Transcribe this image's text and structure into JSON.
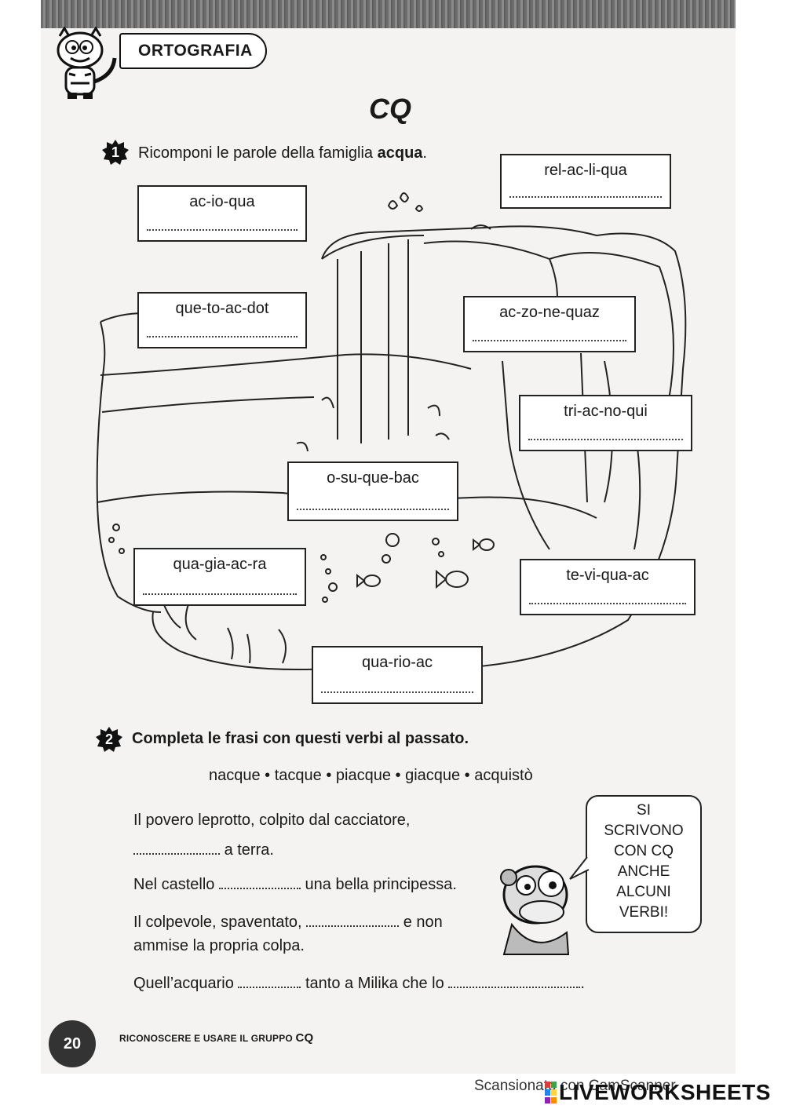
{
  "header": {
    "section_label": "ORTOGRAFIA"
  },
  "title": "CQ",
  "exercise1": {
    "number": "1",
    "instruction_prefix": "Ricomponi le parole della famiglia ",
    "instruction_bold": "acqua",
    "instruction_suffix": ".",
    "words": [
      "rel-ac-li-qua",
      "ac-io-qua",
      "que-to-ac-dot",
      "ac-zo-ne-quaz",
      "tri-ac-no-qui",
      "o-su-que-bac",
      "qua-gia-ac-ra",
      "te-vi-qua-ac",
      "qua-rio-ac"
    ]
  },
  "exercise2": {
    "number": "2",
    "instruction": "Completa le frasi con questi verbi al passato.",
    "verbs": "nacque • tacque • piacque • giacque • acquistò",
    "s1_line1": "Il povero leprotto, colpito dal cacciatore,",
    "s1_line2": "a terra.",
    "s2_a": "Nel castello",
    "s2_b": "una bella principessa.",
    "s3_a": "Il colpevole, spaventato,",
    "s3_b": "e non",
    "s3_line2": "ammise la propria colpa.",
    "s4_a": "Quell’acquario",
    "s4_b": "tanto a Milika che lo"
  },
  "bubble": [
    "SI",
    "SCRIVONO",
    "CON CQ",
    "ANCHE",
    "ALCUNI",
    "VERBI!"
  ],
  "footer": {
    "page_number": "20",
    "text": "RICONOSCERE E USARE IL GRUPPO ",
    "text_cq": "CQ"
  },
  "watermark": {
    "scanner": "Scansionato con CamScanner",
    "brand": "LIVEWORKSHEETS"
  }
}
